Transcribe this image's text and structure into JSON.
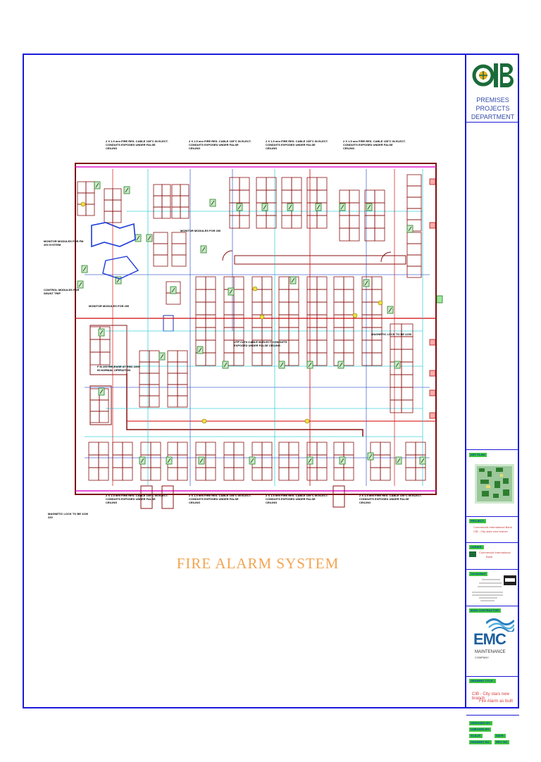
{
  "title_block": {
    "logo_text": "CIB",
    "department_line1": "PREMISES PROJECTS",
    "department_line2": "DEPARTMENT",
    "key_plan_label": "KEY PLAN:",
    "project_label": "PROJECT:",
    "project_line1": "Commercial International Bank",
    "project_line2": "CIB - City stars new branch",
    "owner_label": "OWNER:",
    "owner_line1": "Commercial International",
    "owner_line2": "Bank",
    "consultant_label": "Consultant:",
    "main_contractor_label": "MAIN CONTRACTOR:",
    "emc_text": "EMC",
    "emc_sub": "MAINTENANCE",
    "emc_sub2": "COMPANY",
    "drawing_title_label": "DRAWING TITLE :",
    "drawing_title_line1": "CIB - City stars new branch",
    "drawing_title_line2": "Fire Alarm as built",
    "approved_label": "DESIGNED BY:",
    "checked_label": "CHECKED BY:",
    "scale_label": "SCALE:",
    "date_label": "DATE:",
    "drawing_no_label": "DRAWING NO.",
    "rev_label": "REV. NO."
  },
  "drawing": {
    "main_title": "FIRE ALARM SYSTEM",
    "notes": [
      {
        "text": "2 X 1.5 mm FIRE RES. CABLE 105°C IN ELECT.\nCONDUITS EXPOSED UNDER FALSE\nCEILING"
      },
      {
        "text": "2 X 1.5 mm FIRE RES. CABLE 105°C IN ELECT.\nCONDUITS EXPOSED UNDER FALSE\nCEILING"
      },
      {
        "text": "2 X 1.5 mm FIRE RES. CABLE 105°C IN ELECT.\nCONDUITS EXPOSED UNDER FALSE\nCEILING"
      },
      {
        "text": "2 X 1.5 mm FIRE RES. CABLE 105°C IN ELECT.\nCONDUITS EXPOSED UNDER FALSE\nCEILING"
      },
      {
        "text": "2 X 1.5 mm FIRE RES. CABLE 105°C IN ELECT.\nCONDUITS EXPOSED UNDER FALSE\nCEILING"
      },
      {
        "text": "2 X 1.5 mm FIRE RES. CABLE 105°C IN ELECT.\nCONDUITS EXPOSED UNDER FALSE\nCEILING"
      },
      {
        "text": "2 X 1.5 mm FIRE RES. CABLE 105°C IN ELECT.\nCONDUITS EXPOSED UNDER FALSE\nCEILING"
      },
      {
        "text": "2 X 1.5 mm FIRE RES. CABLE 105°C IN ELECT.\nCONDUITS EXPOSED UNDER FALSE\nCEILING"
      },
      {
        "text": "MONITOR MODULES FOR FM\n200 SYSTEM"
      },
      {
        "text": "CONTROL MODULES FOR\nSHUNT TRIP"
      },
      {
        "text": "MONITOR MODULES FOR 200"
      },
      {
        "text": "MONITOR MODULES FOR 200"
      },
      {
        "text": "MAGNETIC LOCK TO BE 2200"
      },
      {
        "text": "UTP CAT6 CABLE IN ELECT CONDUITS\nEXPOSED UNDER FALSE CEILING"
      },
      {
        "text": "F M 200 RELEASE AT EMC 2200\nIN NORMAL OPERATION"
      },
      {
        "text": "MAGNETIC LOCK TO BE 2200\n220"
      }
    ]
  }
}
